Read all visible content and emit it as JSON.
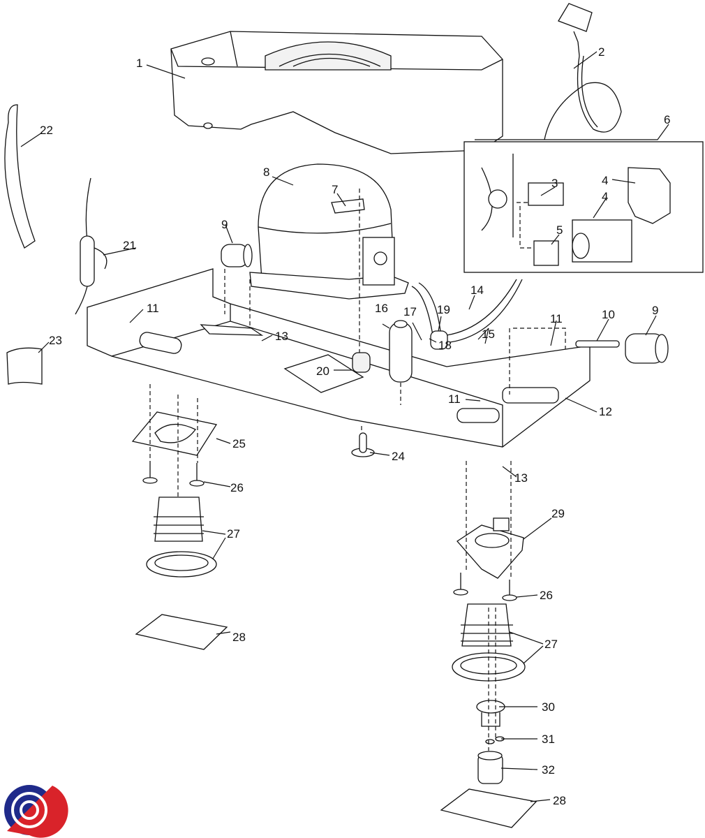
{
  "diagram": {
    "type": "exploded-parts-view",
    "subject": "refrigeration compressor base assembly",
    "logo": {
      "name": "brand-logo",
      "colors": [
        "#1f2a8a",
        "#d9232a"
      ]
    },
    "callouts": [
      {
        "id": "c1",
        "label": "1"
      },
      {
        "id": "c2",
        "label": "2"
      },
      {
        "id": "c3",
        "label": "3"
      },
      {
        "id": "c4a",
        "label": "4"
      },
      {
        "id": "c4b",
        "label": "4"
      },
      {
        "id": "c5",
        "label": "5"
      },
      {
        "id": "c6",
        "label": "6"
      },
      {
        "id": "c7",
        "label": "7"
      },
      {
        "id": "c8",
        "label": "8"
      },
      {
        "id": "c9a",
        "label": "9"
      },
      {
        "id": "c9b",
        "label": "9"
      },
      {
        "id": "c10",
        "label": "10"
      },
      {
        "id": "c11a",
        "label": "11"
      },
      {
        "id": "c11b",
        "label": "11"
      },
      {
        "id": "c11c",
        "label": "11"
      },
      {
        "id": "c12",
        "label": "12"
      },
      {
        "id": "c13a",
        "label": "13"
      },
      {
        "id": "c13b",
        "label": "13"
      },
      {
        "id": "c14",
        "label": "14"
      },
      {
        "id": "c15",
        "label": "15"
      },
      {
        "id": "c16",
        "label": "16"
      },
      {
        "id": "c17",
        "label": "17"
      },
      {
        "id": "c18",
        "label": "18"
      },
      {
        "id": "c19",
        "label": "19"
      },
      {
        "id": "c20",
        "label": "20"
      },
      {
        "id": "c21",
        "label": "21"
      },
      {
        "id": "c22",
        "label": "22"
      },
      {
        "id": "c23",
        "label": "23"
      },
      {
        "id": "c24",
        "label": "24"
      },
      {
        "id": "c25",
        "label": "25"
      },
      {
        "id": "c26a",
        "label": "26"
      },
      {
        "id": "c26b",
        "label": "26"
      },
      {
        "id": "c27a",
        "label": "27"
      },
      {
        "id": "c27b",
        "label": "27"
      },
      {
        "id": "c28a",
        "label": "28"
      },
      {
        "id": "c28b",
        "label": "28"
      },
      {
        "id": "c29",
        "label": "29"
      },
      {
        "id": "c30",
        "label": "30"
      },
      {
        "id": "c31",
        "label": "31"
      },
      {
        "id": "c32",
        "label": "32"
      }
    ]
  }
}
